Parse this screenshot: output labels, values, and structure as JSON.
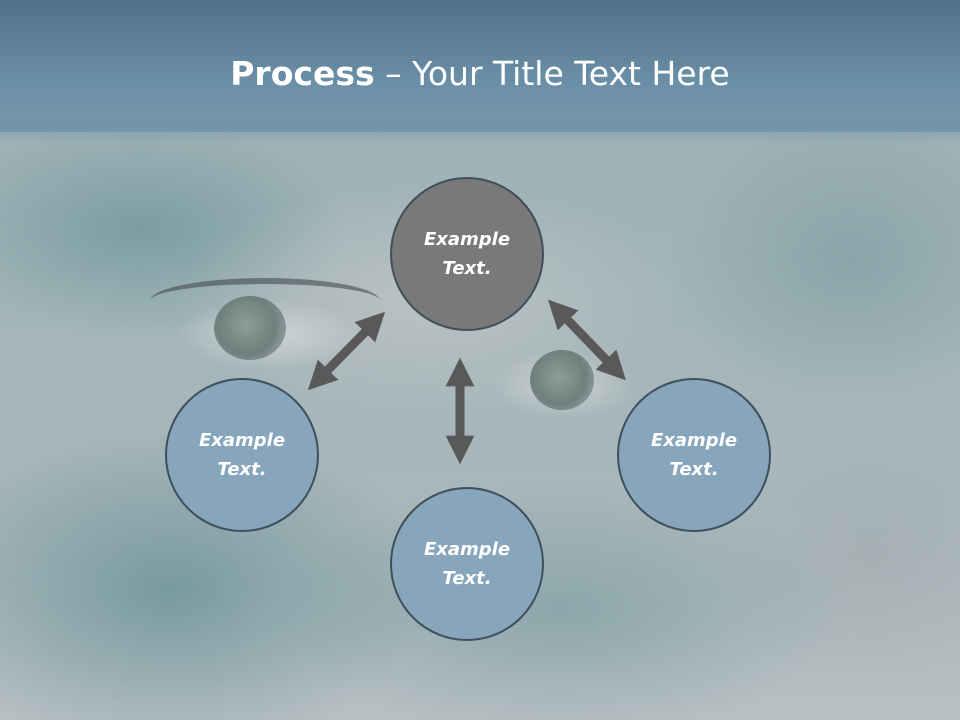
{
  "title": {
    "bold": "Process",
    "rest": " – Your Title Text Here"
  },
  "nodes": [
    {
      "label": "Example Text.",
      "role": "center"
    },
    {
      "label": "Example Text.",
      "role": "left"
    },
    {
      "label": "Example Text.",
      "role": "bottom"
    },
    {
      "label": "Example Text.",
      "role": "right"
    }
  ],
  "colors": {
    "title_bar": "#5f84a0",
    "center_node": "#797979",
    "outer_node": "#87a6bc",
    "arrow": "#595959",
    "node_border": "#3f4f5c"
  }
}
